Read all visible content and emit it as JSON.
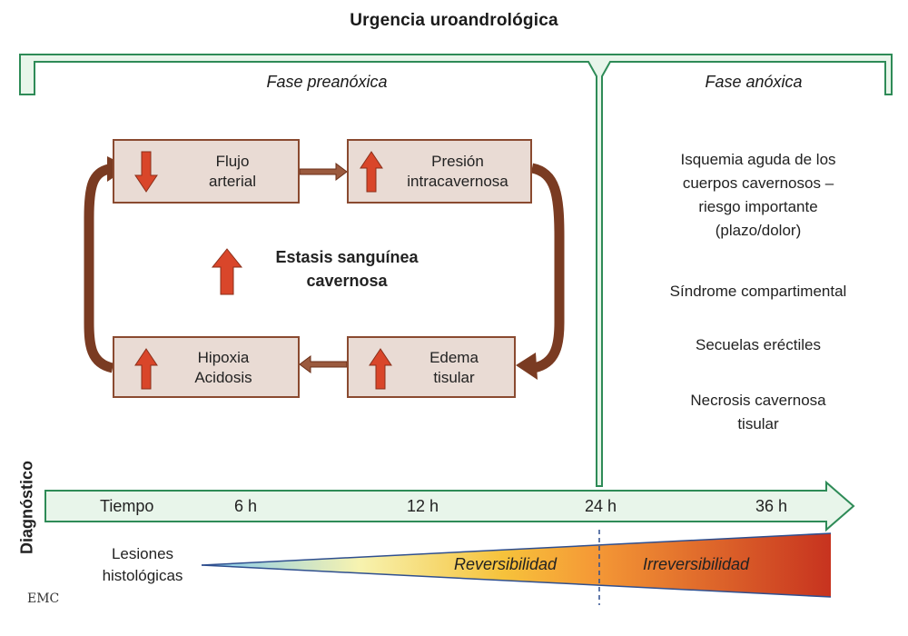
{
  "title": "Urgencia uroandrológica",
  "phases": {
    "pre": "Fase preanóxica",
    "anox": "Fase anóxica"
  },
  "boxes": {
    "flujo": "Flujo\narterial",
    "presion": "Presión\nintracavernosa",
    "hipoxia": "Hipoxia\nAcidosis",
    "edema": "Edema\ntisular"
  },
  "center": "Estasis sanguínea\ncavernosa",
  "anoxic_items": [
    "Isquemia aguda de los\ncuerpos cavernosos –\nriesgo importante\n(plazo/dolor)",
    "Síndrome compartimental",
    "Secuelas eréctiles",
    "Necrosis cavernosa\ntisular"
  ],
  "timeline": {
    "side_label": "Diagnóstico",
    "ticks": [
      "Tiempo",
      "6 h",
      "12 h",
      "24 h",
      "36 h"
    ]
  },
  "lesions": {
    "label": "Lesiones\nhistológicas",
    "reversible": "Reversibilidad",
    "irreversible": "Irreversibilidad"
  },
  "logo_text": "EMC",
  "colors": {
    "green_fill": "#e8f5ea",
    "green_stroke": "#2e8b57",
    "box_fill": "#e9dbd4",
    "box_stroke": "#8a4a30",
    "arrow_brown": "#7a3b22",
    "arrow_red": "#d9462a"
  }
}
